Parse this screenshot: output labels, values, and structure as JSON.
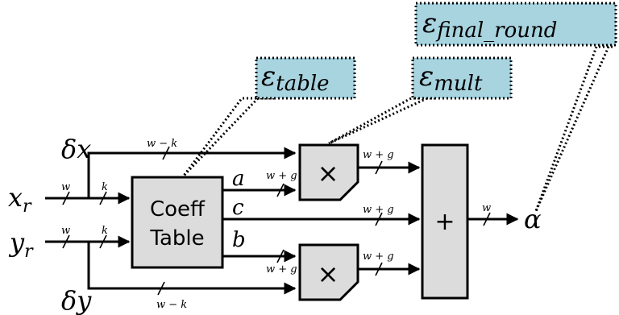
{
  "signals": {
    "x_r": "x_r",
    "y_r": "y_r",
    "delta_x": "δx",
    "delta_y": "δy",
    "a": "a",
    "b": "b",
    "c": "c",
    "alpha": "α"
  },
  "blocks": {
    "coeff_table_line1": "Coeff",
    "coeff_table_line2": "Table",
    "multiplier": "×",
    "adder": "+"
  },
  "bus_widths": {
    "w": "w",
    "k": "k",
    "w_minus_k": "w − k",
    "w_plus_g": "w + g"
  },
  "error_callouts": {
    "table": "ε_table",
    "mult": "ε_mult",
    "final_round": "ε_final_round"
  }
}
